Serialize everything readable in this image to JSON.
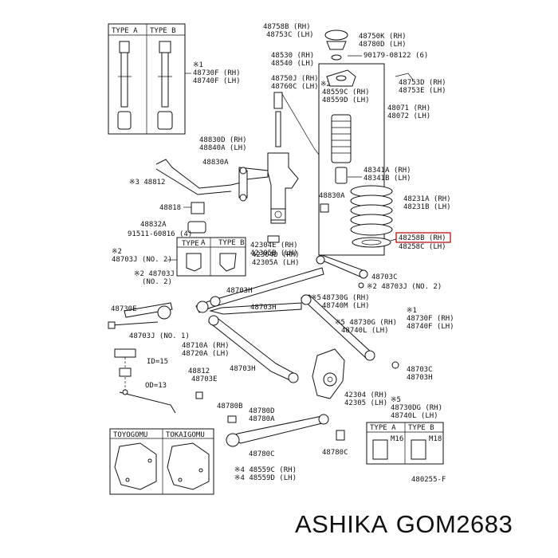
{
  "diagram": {
    "code": "480255-F",
    "type_a": "TYPE A",
    "type_b": "TYPE B",
    "toyo": "TOYOGOMU",
    "tokai": "TOKAIGOMU",
    "m16": "M16",
    "m18": "M18",
    "d15": "ID=15",
    "d13": "OD=13",
    "parts": {
      "p48758": "48758B (RH)",
      "p48753c": "48753C (LH)",
      "p48750k": "48750K (RH)",
      "p48780d": "48780D (LH)",
      "p90179": "90179-08122 (6)",
      "p48530": "48530 (RH)",
      "p48540": "48540 (LH)",
      "p48750j": "48750J (RH)",
      "p48760c": "48760C (LH)",
      "p48559c": "48559C (RH)",
      "p48559d": "48559D (LH)",
      "p48753d": "48753D (RH)",
      "p48753e": "48753E (LH)",
      "p48730f": "48730F (RH)",
      "p48740f": "48740F (LH)",
      "p48071": "48071 (RH)",
      "p48072": "48072 (LH)",
      "p48830d": "48830D (RH)",
      "p48840a": "48840A (LH)",
      "p48830a1": "48830A",
      "p48812": "48812",
      "p48341a": "48341A (RH)",
      "p48341b": "48341B (LH)",
      "p48830a2": "48830A",
      "p48818": "48818",
      "p48231a": "48231A (RH)",
      "p48231b": "48231B (LH)",
      "p48832a": "48832A",
      "p91511": "91511-60816 (4)",
      "p48258b": "48258B (RH)",
      "p48258c": "48258C (LH)",
      "p48703j1": "48703J (NO. 2)",
      "p42304e": "42304E (RH)",
      "p42305b": "42305B (LH)",
      "p42304d": "42304D (RH)",
      "p42305a": "42305A (LH)",
      "p48703c1": "48703C",
      "p48703j2": "48703J",
      "pno2": "(NO. 2)",
      "p48703j3": "48703J (NO. 2)",
      "p48703h1": "48703H",
      "p48703h2": "48703H",
      "p48730e": "48730E",
      "p48730g": "48730G (RH)",
      "p48740m": "48740M (LH)",
      "p48730f2": "48730F (RH)",
      "p48740f2": "48740F (LH)",
      "p48730g2": "48730G (RH)",
      "p48740l": "48740L (LH)",
      "p48703jno1": "48703J (NO. 1)",
      "p48710a": "48710A (RH)",
      "p48720a": "48720A (LH)",
      "p48812b": "48812",
      "p48703e": "48703E",
      "p48703h3": "48703H",
      "p48703c2": "48703C",
      "p48703h4": "48703H",
      "p42304": "42304 (RH)",
      "p42305": "42305 (LH)",
      "p48780d2": "48780D",
      "p48780a": "48780A",
      "p48730dg": "48730DG (RH)",
      "p48740l2": "48740L (LH)",
      "p48780c1": "48780C",
      "p48780c2": "48780C",
      "p48559c2": "48559C (RH)",
      "p48559d2": "48559D (LH)"
    }
  },
  "caption": {
    "brand": "ASHIKA",
    "part_number": "GOM2683"
  }
}
